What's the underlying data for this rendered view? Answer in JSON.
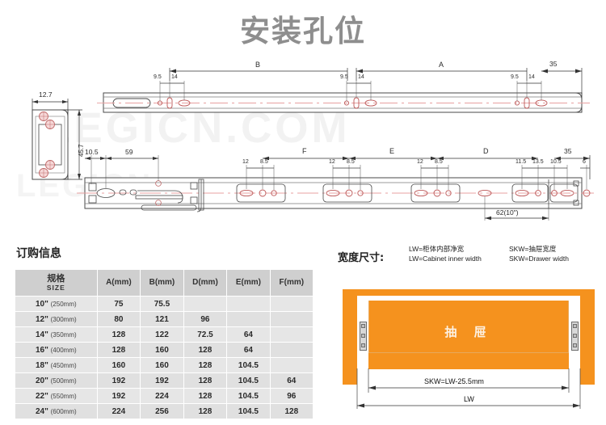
{
  "title": "安装孔位",
  "watermark": "LEGICN.COM",
  "watermark2": "LEGICN",
  "top_drawing": {
    "dim_B": "B",
    "dim_A": "A",
    "dim_35": "35",
    "hole_groups": [
      {
        "d1": "9.5",
        "d2": "14"
      },
      {
        "d1": "9.5",
        "d2": "14"
      },
      {
        "d1": "9.5",
        "d2": "14"
      }
    ]
  },
  "section_view": {
    "width": "12.7",
    "height": "45.7"
  },
  "bottom_drawing": {
    "dim_10_5": "10.5",
    "dim_59": "59",
    "dim_F": "F",
    "dim_E": "E",
    "dim_D": "D",
    "dim_35": "35",
    "dim_6": "6",
    "dim_11_5": "11.5",
    "dim_13_5": "13.5",
    "dim_10_5b": "10.5",
    "dim_62": "62(10\")",
    "pairs": [
      {
        "a": "12",
        "b": "8.5"
      },
      {
        "a": "12",
        "b": "8.5"
      },
      {
        "a": "12",
        "b": "8.5"
      }
    ]
  },
  "order_info": {
    "heading": "订购信息",
    "columns": [
      {
        "cn": "规格",
        "en": "SIZE"
      },
      {
        "label": "A(mm)"
      },
      {
        "label": "B(mm)"
      },
      {
        "label": "D(mm)"
      },
      {
        "label": "E(mm)"
      },
      {
        "label": "F(mm)"
      }
    ],
    "rows": [
      {
        "inch": "10\"",
        "mm": "(250mm)",
        "A": "75",
        "B": "75.5",
        "D": "",
        "E": "",
        "F": ""
      },
      {
        "inch": "12\"",
        "mm": "(300mm)",
        "A": "80",
        "B": "121",
        "D": "96",
        "E": "",
        "F": ""
      },
      {
        "inch": "14\"",
        "mm": "(350mm)",
        "A": "128",
        "B": "122",
        "D": "72.5",
        "E": "64",
        "F": ""
      },
      {
        "inch": "16\"",
        "mm": "(400mm)",
        "A": "128",
        "B": "160",
        "D": "128",
        "E": "64",
        "F": ""
      },
      {
        "inch": "18\"",
        "mm": "(450mm)",
        "A": "160",
        "B": "160",
        "D": "128",
        "E": "104.5",
        "F": ""
      },
      {
        "inch": "20\"",
        "mm": "(500mm)",
        "A": "192",
        "B": "192",
        "D": "128",
        "E": "104.5",
        "F": "64"
      },
      {
        "inch": "22\"",
        "mm": "(550mm)",
        "A": "192",
        "B": "224",
        "D": "128",
        "E": "104.5",
        "F": "96"
      },
      {
        "inch": "24\"",
        "mm": "(600mm)",
        "A": "224",
        "B": "256",
        "D": "128",
        "E": "104.5",
        "F": "128"
      }
    ]
  },
  "width_info": {
    "heading": "宽度尺寸:",
    "legend_lw_cn": "LW=柜体内部净宽",
    "legend_lw_en": "LW=Cabinet inner width",
    "legend_skw_cn": "SKW=抽屉宽度",
    "legend_skw_en": "SKW=Drawer width",
    "drawer_label": "抽 屉",
    "dim_skw": "SKW=LW-25.5mm",
    "dim_lw": "LW"
  },
  "colors": {
    "orange": "#F5921E",
    "title_gray": "#8e8e8e",
    "header_gray": "#cfcfcf",
    "row_gray": "#e6e6e6",
    "centerline_red": "#e8a0a0"
  }
}
